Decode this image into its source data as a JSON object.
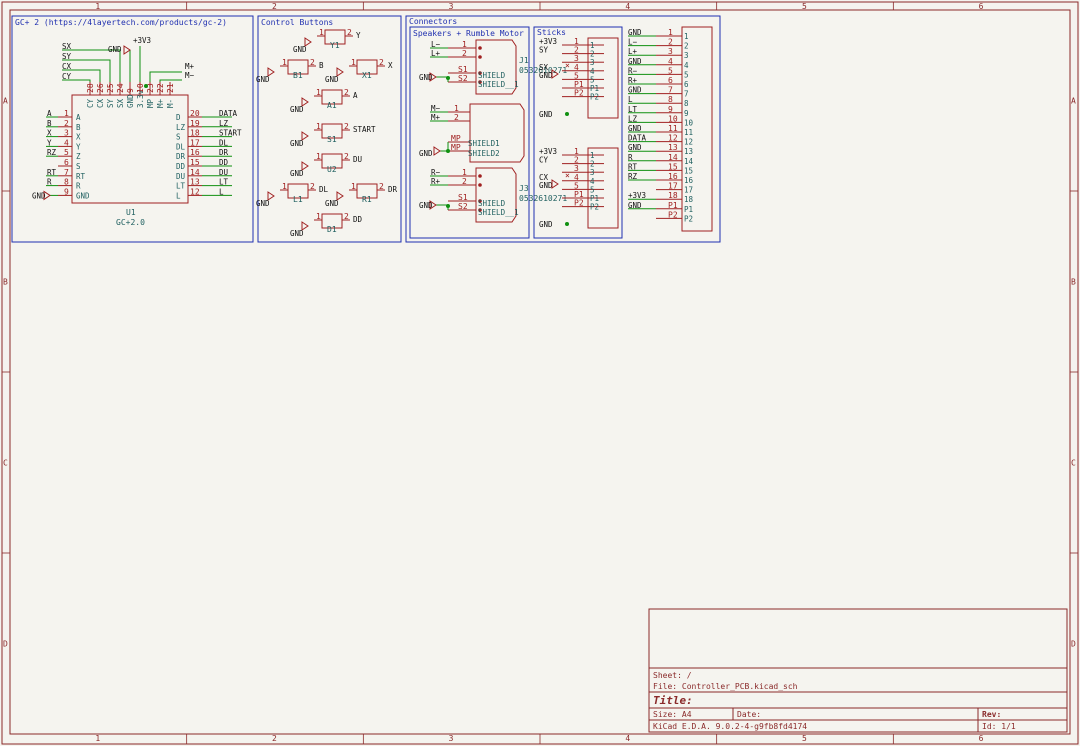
{
  "frame": {
    "cols": [
      "1",
      "2",
      "3",
      "4",
      "5",
      "6"
    ],
    "rows": [
      "A",
      "B",
      "C",
      "D"
    ]
  },
  "boxes": {
    "gc2": "GC+ 2 (https://4layertech.com/products/gc-2)",
    "buttons": "Control Buttons",
    "connectors": "Connectors",
    "speakers": "Speakers + Rumble Motor",
    "sticks": "Sticks"
  },
  "u1": {
    "ref": "U1",
    "value": "GC+2.0",
    "left_pins": [
      {
        "num": "1",
        "name": "A",
        "net": "A"
      },
      {
        "num": "2",
        "name": "B",
        "net": "B"
      },
      {
        "num": "3",
        "name": "X",
        "net": "X"
      },
      {
        "num": "4",
        "name": "Y",
        "net": "Y"
      },
      {
        "num": "5",
        "name": "Z",
        "net": "RZ"
      },
      {
        "num": "6",
        "name": "S",
        "net": ""
      },
      {
        "num": "7",
        "name": "RT",
        "net": "RT"
      },
      {
        "num": "8",
        "name": "R",
        "net": "R"
      },
      {
        "num": "9",
        "name": "GND",
        "net": "GND"
      }
    ],
    "right_pins": [
      {
        "num": "20",
        "name": "D",
        "net": "DATA"
      },
      {
        "num": "19",
        "name": "LZ",
        "net": "LZ"
      },
      {
        "num": "18",
        "name": "S",
        "net": "START"
      },
      {
        "num": "17",
        "name": "DL",
        "net": "DL"
      },
      {
        "num": "16",
        "name": "DR",
        "net": "DR"
      },
      {
        "num": "15",
        "name": "DD",
        "net": "DD"
      },
      {
        "num": "14",
        "name": "DU",
        "net": "DU"
      },
      {
        "num": "13",
        "name": "LT",
        "net": "LT"
      },
      {
        "num": "12",
        "name": "L",
        "net": "L"
      }
    ],
    "top_pins": [
      {
        "num": "28",
        "name": "CY"
      },
      {
        "num": "26",
        "name": "CX"
      },
      {
        "num": "25",
        "name": "SY"
      },
      {
        "num": "24",
        "name": "SX"
      },
      {
        "num": "9",
        "name": "GND"
      },
      {
        "num": "10",
        "name": "3.3v"
      },
      {
        "num": "23",
        "name": "MP"
      },
      {
        "num": "22",
        "name": "M+"
      },
      {
        "num": "21",
        "name": "M-"
      }
    ],
    "top_nets": [
      "SX",
      "SY",
      "CX",
      "CY",
      "GND",
      "+3V3",
      "M+",
      "M−"
    ]
  },
  "buttons": [
    {
      "ref": "Y1",
      "net": "Y"
    },
    {
      "ref": "B1",
      "net": "B"
    },
    {
      "ref": "X1",
      "net": "X"
    },
    {
      "ref": "A1",
      "net": "A"
    },
    {
      "ref": "S1",
      "net": "START"
    },
    {
      "ref": "U2",
      "net": "DU"
    },
    {
      "ref": "L1",
      "net": "DL"
    },
    {
      "ref": "R1",
      "net": "DR"
    },
    {
      "ref": "D1",
      "net": "DD"
    }
  ],
  "gnd_label": "GND",
  "v33_label": "+3V3",
  "j1": {
    "ref": "J1",
    "value": "0532610271",
    "nets": [
      "L−",
      "L+",
      "GND"
    ],
    "pins": [
      "1",
      "2",
      "S1",
      "S2"
    ],
    "shield": [
      "SHIELD",
      "SHIELD__1"
    ]
  },
  "motor": {
    "nets": [
      "M−",
      "M+",
      "GND"
    ],
    "pins": [
      "1",
      "2",
      "MP",
      "MP"
    ],
    "shield": [
      "SHIELD1",
      "SHIELD2"
    ]
  },
  "j3": {
    "ref": "J3",
    "value": "0532610271",
    "nets": [
      "R−",
      "R+",
      "GND"
    ],
    "pins": [
      "1",
      "2",
      "S1",
      "S2"
    ],
    "shield": [
      "SHIELD",
      "SHIELD__1"
    ]
  },
  "stick1": {
    "nets": [
      "+3V3",
      "SY",
      "GND",
      "SX",
      "GND"
    ],
    "pins": [
      "1",
      "2",
      "3",
      "4",
      "5",
      "P1",
      "P2"
    ]
  },
  "stick2": {
    "nets": [
      "+3V3",
      "CY",
      "GND",
      "CX",
      "GND"
    ],
    "pins": [
      "1",
      "2",
      "3",
      "4",
      "5",
      "P1",
      "P2"
    ]
  },
  "connector": {
    "nets": [
      "GND",
      "L−",
      "L+",
      "GND",
      "R−",
      "R+",
      "GND",
      "L",
      "LT",
      "LZ",
      "GND",
      "DATA",
      "GND",
      "R",
      "RT",
      "RZ",
      "",
      "+3V3",
      "GND"
    ],
    "pins": [
      "1",
      "2",
      "3",
      "4",
      "5",
      "6",
      "7",
      "8",
      "9",
      "10",
      "11",
      "12",
      "13",
      "14",
      "15",
      "16",
      "17",
      "18",
      "P1",
      "P2"
    ]
  },
  "title_block": {
    "sheet": "Sheet: /",
    "file": "File: Controller_PCB.kicad_sch",
    "title": "Title:",
    "size": "Size: A4",
    "date": "Date:",
    "rev": "Rev:",
    "tool": "KiCad E.D.A. 9.0.2-4-g9fb8fd4174",
    "id": "Id: 1/1"
  }
}
